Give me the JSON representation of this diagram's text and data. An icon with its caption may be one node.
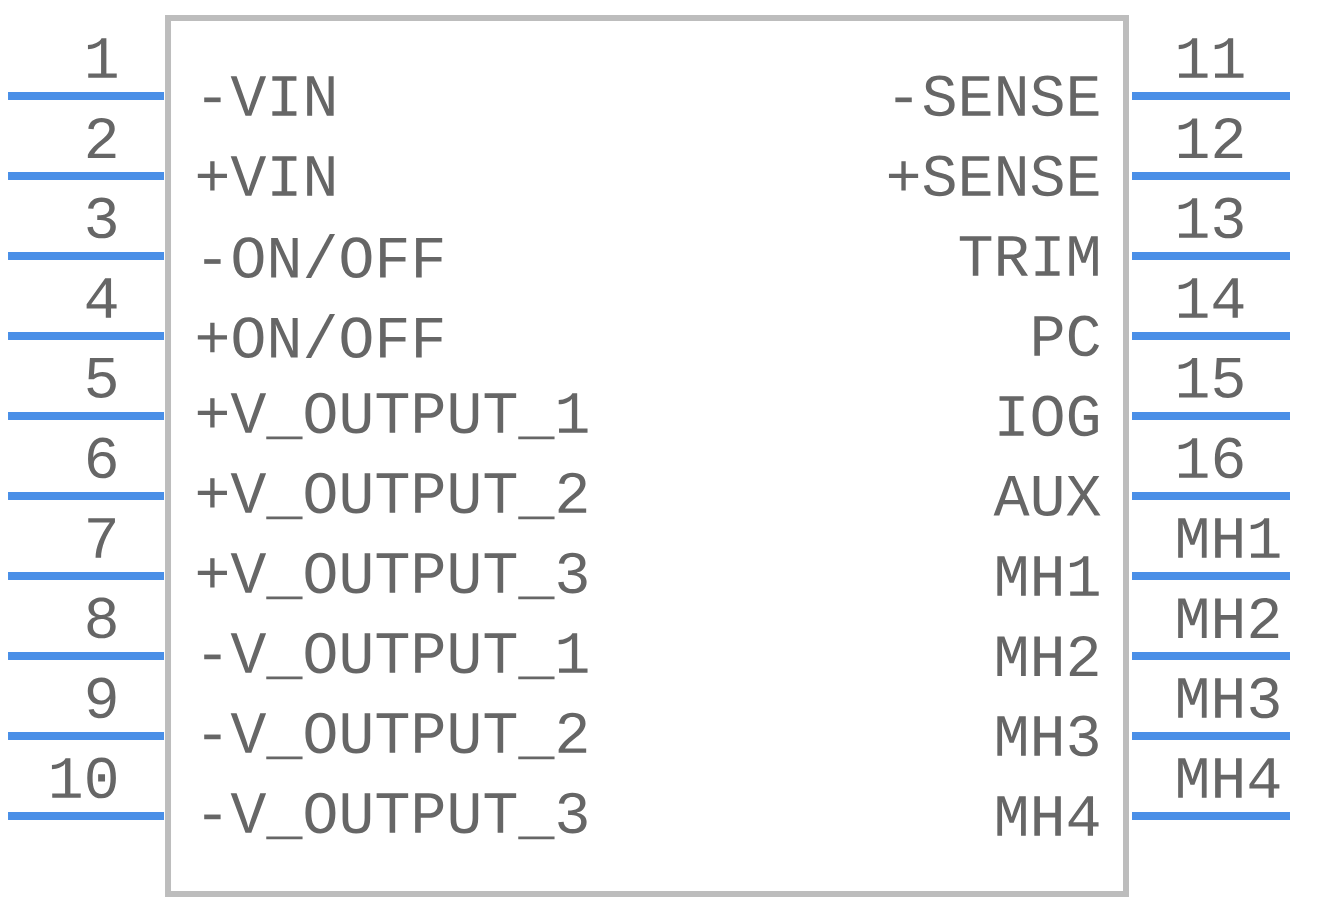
{
  "diagram": {
    "nodes": [
      {
        "text": [
          "-VIN",
          "+VIN",
          "-ON/OFF",
          "+ON/OFF",
          "+V_OUTPUT_1",
          "+V_OUTPUT_2",
          "+V_OUTPUT_3",
          "-V_OUTPUT_1",
          "-V_OUTPUT_2",
          "-V_OUTPUT_3",
          "-SENSE",
          "+SENSE",
          "TRIM",
          "PC",
          "IOG",
          "AUX",
          "MH1",
          "MH2",
          "MH3",
          "MH4"
        ]
      }
    ],
    "labels": [
      "1",
      "2",
      "3",
      "4",
      "5",
      "6",
      "7",
      "8",
      "9",
      "10",
      "11",
      "12",
      "13",
      "14",
      "15",
      "16",
      "MH1",
      "MH2",
      "MH3",
      "MH4"
    ]
  }
}
